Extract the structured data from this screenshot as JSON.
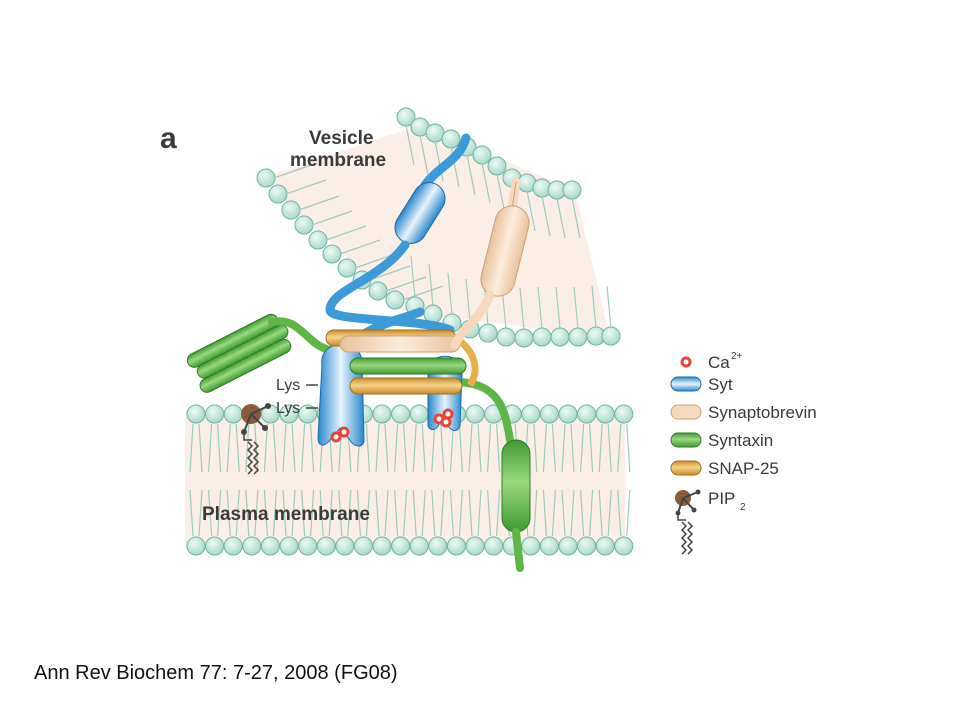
{
  "figure": {
    "panel_label": "a",
    "vesicle_label_line1": "Vesicle",
    "vesicle_label_line2": "membrane",
    "plasma_label": "Plasma membrane",
    "lys_label_1": "Lys",
    "lys_label_2": "Lys"
  },
  "legend": {
    "ca": "Ca",
    "ca_superscript": "2+",
    "syt": "Syt",
    "synaptobrevin": "Synaptobrevin",
    "syntaxin": "Syntaxin",
    "snap25": "SNAP-25",
    "pip": "PIP",
    "pip_subscript": "2"
  },
  "colors": {
    "membrane_bead": "#bfe3d8",
    "membrane_bead_edge": "#6fb3a2",
    "membrane_fill": "#fbeee6",
    "syt_blue": "#3d9ad8",
    "synaptobrevin": "#f6d9bd",
    "syntaxin_green": "#5fb548",
    "snap25_orange": "#e7b04a",
    "pip_brown": "#8b5a3a",
    "calcium_red": "#e8453a"
  },
  "citation": "Ann Rev Biochem 77: 7-27, 2008 (FG08)"
}
